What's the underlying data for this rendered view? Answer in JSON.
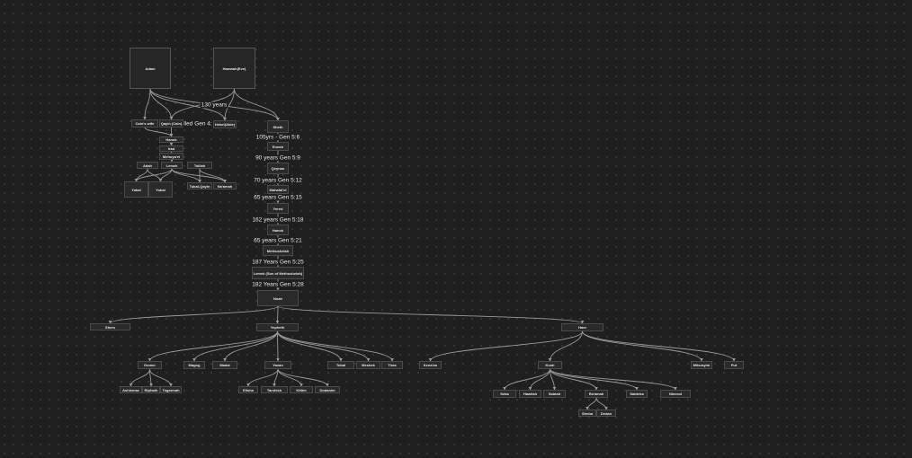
{
  "nodes": {
    "adam": "Adam",
    "hawwah": "Hawwah(Eve)",
    "cains_wife": "Cain's wife",
    "qayin": "Qayin (Cain)",
    "hebel": "Hebel(Able)",
    "sheth": "Sheth",
    "hanok_c": "Hanok",
    "irad": "Irad",
    "mehujael": "Mehuya'el",
    "adah": "Adah",
    "lemek_c": "Lemek",
    "tsillah": "Tsillah",
    "yabal": "Yabal",
    "yubal": "Yubal",
    "tubal_qayin": "Tubal-Qayin",
    "naamah": "Na'amah",
    "enosh": "Enosh",
    "qeynan": "Qeynan",
    "mahalalel": "Mahalal'el",
    "yered": "Yered",
    "hanok_s": "Hanok",
    "methushelah": "Methushelah",
    "lemek_s": "Lemek (Son of Methushelah)",
    "noah": "Noah",
    "shem": "Shem",
    "yepheth": "Yepheth",
    "ham": "Ham",
    "gomer": "Gomer",
    "magog": "Magog",
    "madai": "Madai",
    "yavan": "Yavan",
    "tubal": "Tubal",
    "meshek": "Meshek",
    "tiras": "Tiras",
    "ashkenaz": "Ashkenaz",
    "riphath": "Riphath",
    "togarmah": "Togarmah",
    "elisha": "Elisha",
    "tarshish": "Tarshish",
    "kittim": "Kittim",
    "dodanim": "Dodanim",
    "kenaan": "Kena'an",
    "kush": "Kush",
    "mitsrayim": "Mitsrayim",
    "put": "Put",
    "seba": "Seba",
    "hawilah": "Hawilah",
    "sabtah": "Sabtah",
    "raamah": "Ra'amah",
    "sabteka": "Sabteka",
    "nimrod": "Nimrod",
    "sheba": "Sheba",
    "dedan": "Dedan"
  },
  "edge_labels": {
    "years_130": "130 years",
    "killed": "lled Gen 4:",
    "sheth_enosh": "105yrs - Gen 5:6",
    "enosh_qeynan": "90 years Gen 5:9",
    "qeynan_mahalalel": "70 years Gen 5:12",
    "mahalalel_yered": "65 years Gen 5:15",
    "yered_hanok": "162 years Gen 5:18",
    "hanok_methushelah": "65 years Gen 5:21",
    "methushelah_lemek": "187 Years Gen 5:25",
    "lemek_noah": "182 Years Gen 5:28"
  },
  "colors": {
    "background": "#1f1f1f",
    "node_fill": "#2a2a2a",
    "node_border": "#4a4a4a",
    "edge": "#9a9a9a",
    "text": "#e8e8e8"
  }
}
